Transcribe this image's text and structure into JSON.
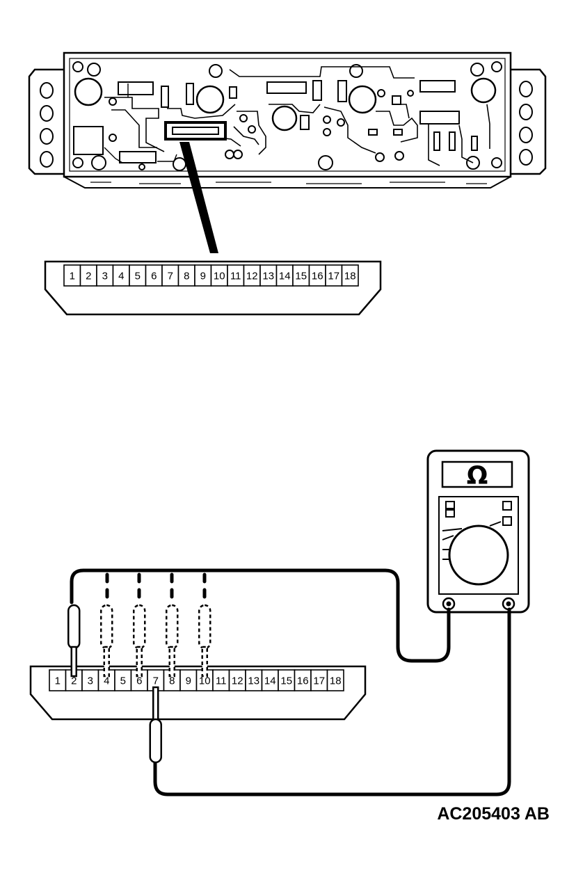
{
  "figure_id": "AC205403 AB",
  "meter_symbol": "Ω",
  "connector_top": {
    "pins": [
      "1",
      "2",
      "3",
      "4",
      "5",
      "6",
      "7",
      "8",
      "9",
      "10",
      "11",
      "12",
      "13",
      "14",
      "15",
      "16",
      "17",
      "18"
    ]
  },
  "connector_bottom": {
    "pins": [
      "1",
      "2",
      "3",
      "4",
      "5",
      "6",
      "7",
      "8",
      "9",
      "10",
      "11",
      "12",
      "13",
      "14",
      "15",
      "16",
      "17",
      "18"
    ]
  },
  "test": {
    "solid_probe_pins": [
      "2",
      "7"
    ],
    "dashed_probe_pins": [
      "4",
      "6",
      "8",
      "10"
    ]
  }
}
